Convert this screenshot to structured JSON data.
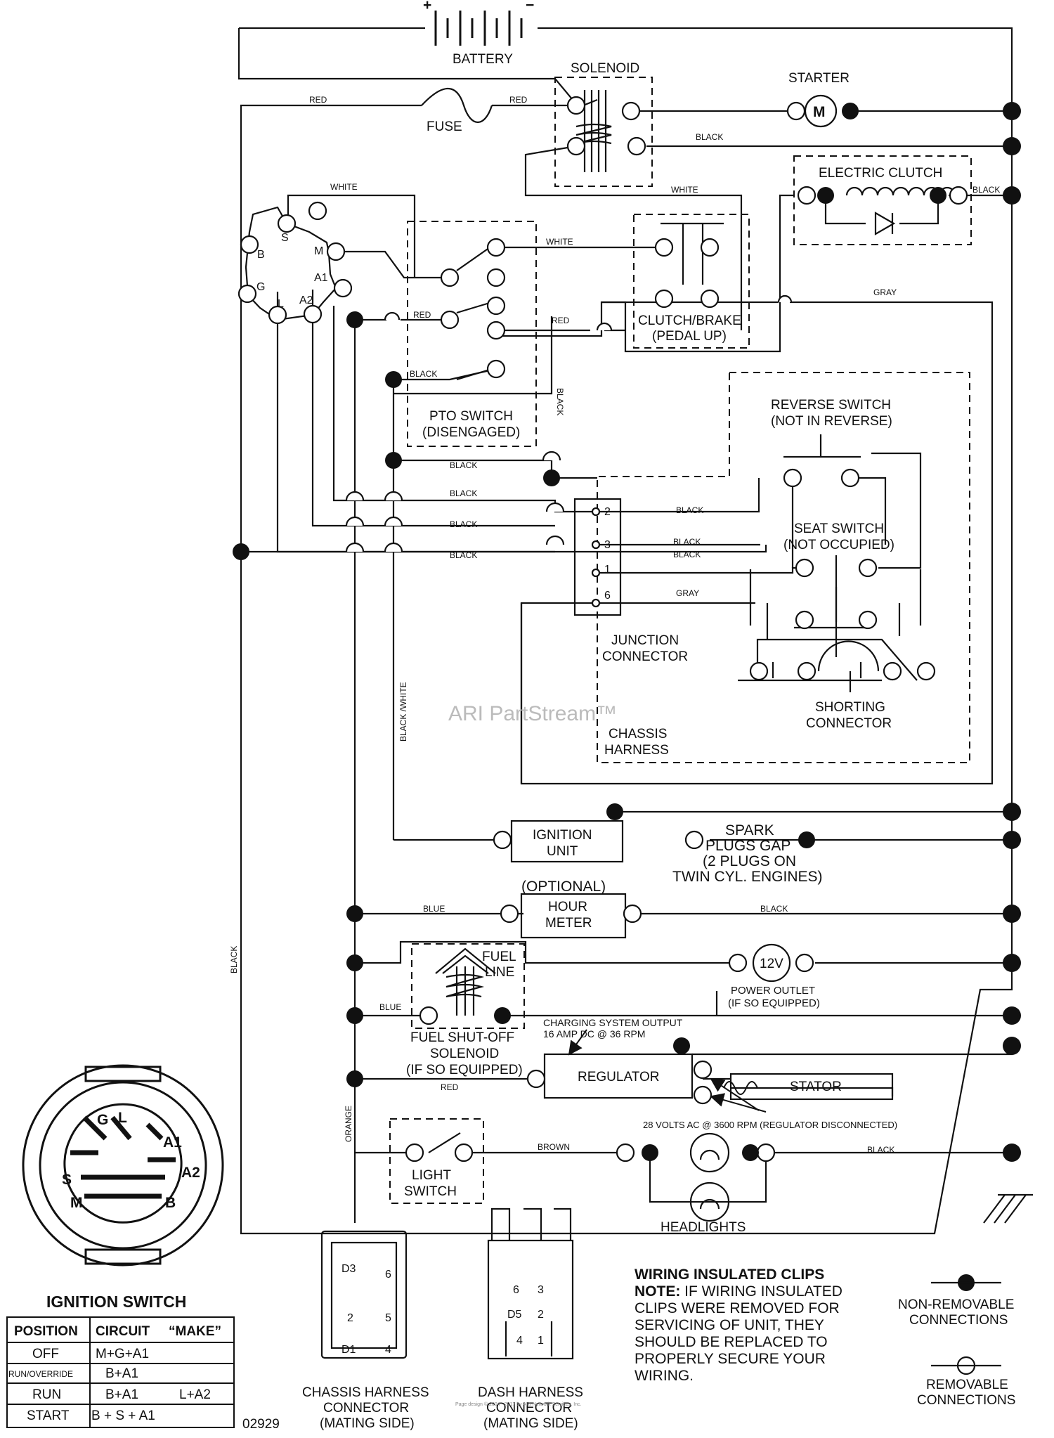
{
  "components": {
    "battery": "BATTERY",
    "battery_plus": "+",
    "battery_minus": "−",
    "solenoid": "SOLENOID",
    "starter": "STARTER",
    "starter_m": "M",
    "fuse": "FUSE",
    "electric_clutch": "ELECTRIC CLUTCH",
    "clutch_brake": [
      "CLUTCH/BRAKE",
      "(PEDAL UP)"
    ],
    "pto_switch": [
      "PTO SWITCH",
      "(DISENGAGED)"
    ],
    "reverse_switch": [
      "REVERSE SWITCH",
      "(NOT IN REVERSE)"
    ],
    "seat_switch": [
      "SEAT SWITCH",
      "(NOT OCCUPIED)"
    ],
    "junction_connector": [
      "JUNCTION",
      "CONNECTOR"
    ],
    "shorting_connector": [
      "SHORTING",
      "CONNECTOR"
    ],
    "chassis_harness": [
      "CHASSIS",
      "HARNESS"
    ],
    "ignition_unit": [
      "IGNITION",
      "UNIT"
    ],
    "spark_plugs": [
      "SPARK",
      "PLUGS GAP",
      "(2 PLUGS ON",
      "TWIN CYL. ENGINES)"
    ],
    "optional": "(OPTIONAL)",
    "hour_meter": [
      "HOUR",
      "METER"
    ],
    "fuel_line": [
      "FUEL",
      "LINE"
    ],
    "power_outlet_12v": "12V",
    "power_outlet": [
      "POWER OUTLET",
      "(IF SO EQUIPPED)"
    ],
    "fuel_shutoff": [
      "FUEL SHUT-OFF",
      "SOLENOID",
      "(IF SO EQUIPPED)"
    ],
    "charging_output": [
      "CHARGING SYSTEM OUTPUT",
      "16 AMP DC @ 36 RPM"
    ],
    "regulator": "REGULATOR",
    "stator": "STATOR",
    "stator_note": "28 VOLTS AC @ 3600 RPM (REGULATOR DISCONNECTED)",
    "light_switch": [
      "LIGHT",
      "SWITCH"
    ],
    "headlights": "HEADLIGHTS",
    "ignition_switch_title": "IGNITION SWITCH",
    "ignition_terminals": [
      "B",
      "S",
      "M",
      "G",
      "L",
      "A1",
      "A2"
    ],
    "junction_pins": [
      "2",
      "3",
      "1",
      "6"
    ]
  },
  "wire_colors": {
    "red": "RED",
    "black": "BLACK",
    "white": "WHITE",
    "gray": "GRAY",
    "blue": "BLUE",
    "brown": "BROWN",
    "orange": "ORANGE",
    "black_white": "BLACK /WHITE"
  },
  "ignition_table": {
    "headers": [
      "POSITION",
      "CIRCUIT",
      "“MAKE”"
    ],
    "rows": [
      [
        "OFF",
        "M+G+A1",
        ""
      ],
      [
        "RUN/OVERRIDE",
        "B+A1",
        ""
      ],
      [
        "RUN",
        "B+A1",
        "L+A2"
      ],
      [
        "START",
        "B + S + A1",
        ""
      ]
    ]
  },
  "connectors": {
    "chassis": [
      "CHASSIS HARNESS",
      "CONNECTOR",
      "(MATING SIDE)"
    ],
    "dash": [
      "DASH HARNESS",
      "CONNECTOR",
      "(MATING SIDE)"
    ],
    "chassis_pins": [
      "D3",
      "6",
      "2",
      "5",
      "D1",
      "4"
    ],
    "dash_pins": [
      "6",
      "3",
      "D5",
      "2",
      "4",
      "1"
    ]
  },
  "notes": {
    "clips_title": "WIRING INSULATED CLIPS",
    "clips_note_label": "NOTE:",
    "clips_note_lines": [
      " IF WIRING INSULATED",
      "CLIPS WERE REMOVED FOR",
      "SERVICING OF UNIT, THEY",
      "SHOULD BE REPLACED TO",
      "PROPERLY SECURE YOUR",
      "WIRING."
    ]
  },
  "legend": {
    "non_removable": [
      "NON-REMOVABLE",
      "CONNECTIONS"
    ],
    "removable": [
      "REMOVABLE",
      "CONNECTIONS"
    ]
  },
  "watermark": "ARI PartStream™",
  "figure_number": "02929",
  "footer_small": "Page design © 2004 - 2017 by ARI Network Services, Inc."
}
